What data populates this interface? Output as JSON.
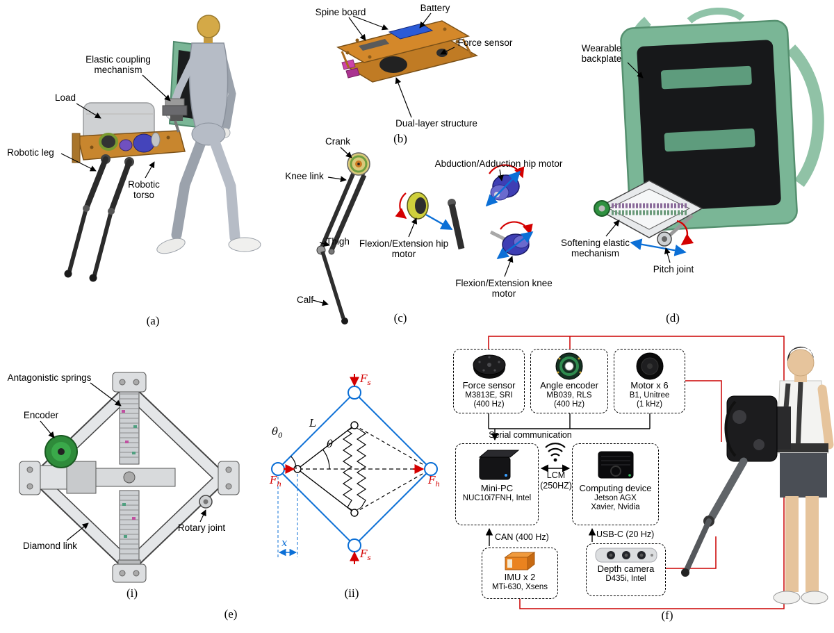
{
  "colors": {
    "annotation_red": "#cc0000",
    "schematic_blue": "#0b6fd6",
    "board_orange": "#d4882a",
    "backpack_green": "#7ab696"
  },
  "panels": {
    "a": {
      "caption": "(a)",
      "labels": {
        "elastic_coupling": "Elastic coupling mechanism",
        "load": "Load",
        "robotic_leg": "Robotic leg",
        "robotic_torso": "Robotic torso"
      }
    },
    "b": {
      "caption": "(b)",
      "labels": {
        "spine_board": "Spine board",
        "battery": "Battery",
        "force_sensor": "Force sensor",
        "dual_layer": "Dual-layer structure"
      }
    },
    "c": {
      "caption": "(c)",
      "labels": {
        "crank": "Crank",
        "knee_link": "Knee link",
        "thigh": "Thigh",
        "calf": "Calf",
        "abduction_hip_motor": "Abduction/Adduction hip motor",
        "flexion_hip_motor": "Flexion/Extension hip motor",
        "flexion_knee_motor": "Flexion/Extension knee motor"
      }
    },
    "d": {
      "caption": "(d)",
      "labels": {
        "wearable_backplate": "Wearable backplate",
        "softening_elastic": "Softening elastic mechanism",
        "pitch_joint": "Pitch joint"
      }
    },
    "e": {
      "caption": "(e)",
      "sub_i": {
        "caption": "(i)",
        "labels": {
          "antagonistic_springs": "Antagonistic springs",
          "encoder": "Encoder",
          "diamond_link": "Diamond link",
          "rotary_joint": "Rotary joint"
        }
      },
      "sub_ii": {
        "caption": "(ii)",
        "symbols": {
          "theta0": {
            "base": "θ",
            "sub": "0"
          },
          "theta": "θ",
          "link_length": "L",
          "f-h": {
            "base": "F",
            "sub": "h"
          },
          "fh": {
            "base": "F",
            "sub": "h"
          },
          "fs": {
            "base": "F",
            "sub": "s"
          },
          "x_disp": "x"
        }
      }
    },
    "f": {
      "caption": "(f)",
      "boxes": {
        "force_sensor": {
          "title": "Force sensor",
          "model": "M3813E, SRI",
          "rate": "(400 Hz)"
        },
        "angle_encoder": {
          "title": "Angle encoder",
          "model": "MB039, RLS",
          "rate": "(400 Hz)"
        },
        "motor": {
          "title": "Motor x 6",
          "model": "B1, Unitree",
          "rate": "(1 kHz)"
        },
        "mini_pc": {
          "title": "Mini-PC",
          "model": "NUC10i7FNH, Intel"
        },
        "computing": {
          "title": "Computing device",
          "model": "Jetson AGX",
          "model2": "Xavier, Nvidia"
        },
        "imu": {
          "title": "IMU x 2",
          "model": "MTi-630, Xsens"
        },
        "depth_camera": {
          "title": "Depth camera",
          "model": "D435i, Intel"
        }
      },
      "links": {
        "serial": "Serial communication",
        "lcm": "LCM",
        "lcm_rate": "(250HZ)",
        "can": "CAN (400 Hz)",
        "usb": "USB-C (20 Hz)"
      }
    }
  }
}
